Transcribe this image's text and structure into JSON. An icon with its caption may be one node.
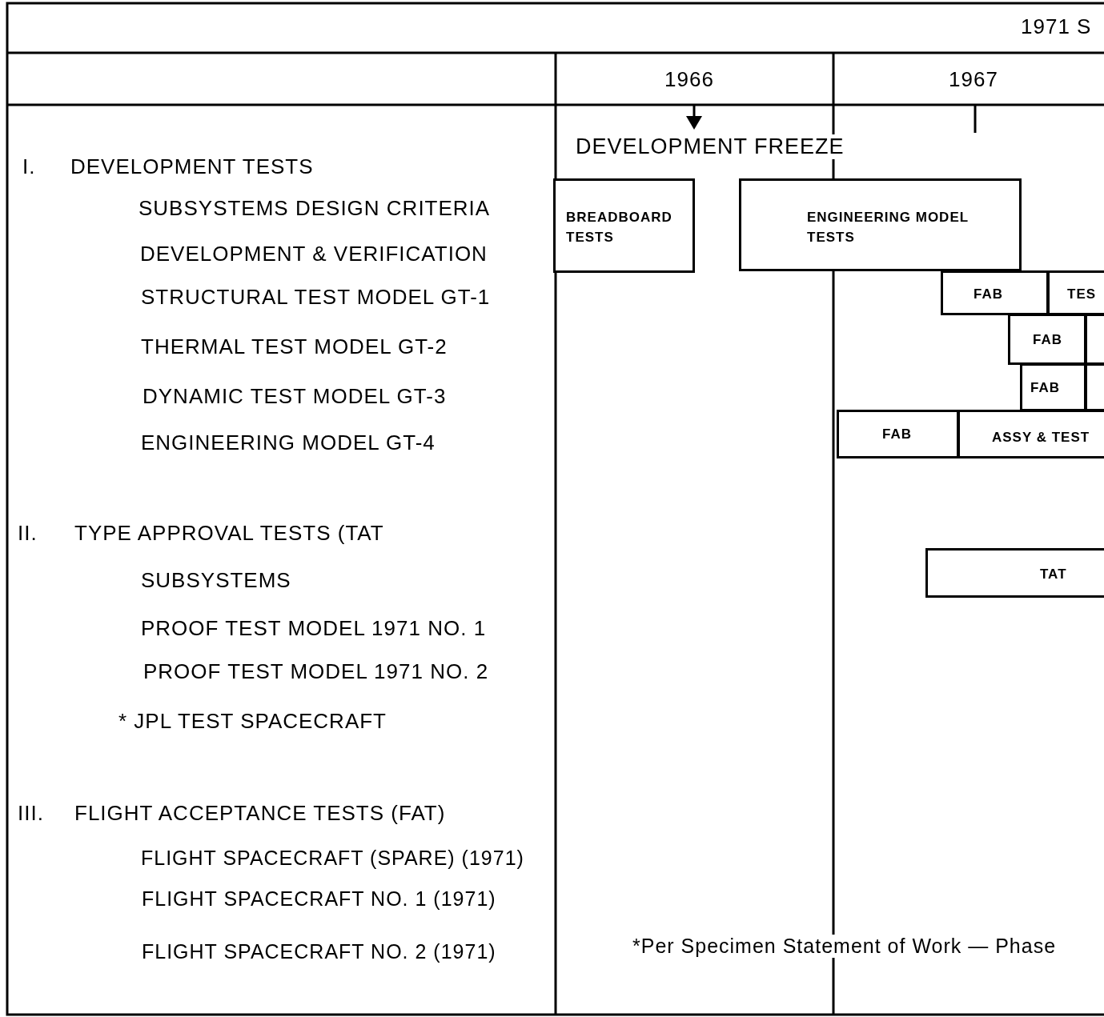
{
  "diagram": {
    "nodes": [
      {
        "text": [
          "BREADBOARD TESTS"
        ]
      },
      {
        "text": [
          "ENGINEERING MODEL TESTS"
        ]
      },
      {
        "text": [
          "FAB"
        ]
      },
      {
        "text": [
          "TES"
        ]
      },
      {
        "text": [
          "FAB"
        ]
      },
      {
        "text": [],
        "shape": "box"
      },
      {
        "text": [
          "FAB"
        ]
      },
      {
        "text": [],
        "shape": "box"
      },
      {
        "text": [
          "FAB"
        ]
      },
      {
        "text": [
          "ASSY & TEST"
        ]
      },
      {
        "text": [
          "TAT"
        ]
      }
    ],
    "labels": [
      "1971 S",
      "1966",
      "1967",
      "DEVELOPMENT FREEZE",
      "I.",
      "DEVELOPMENT TESTS",
      "SUBSYSTEMS DESIGN CRITERIA",
      "DEVELOPMENT & VERIFICATION",
      "STRUCTURAL TEST MODEL GT-1",
      "THERMAL TEST MODEL GT-2",
      "DYNAMIC TEST MODEL GT-3",
      "ENGINEERING MODEL GT-4",
      "II.",
      "TYPE APPROVAL TESTS (TAT",
      "SUBSYSTEMS",
      "PROOF TEST MODEL 1971 NO. 1",
      "PROOF TEST MODEL 1971 NO. 2",
      "* JPL TEST SPACECRAFT",
      "III.",
      "FLIGHT ACCEPTANCE TESTS (FAT)",
      "FLIGHT SPACECRAFT (SPARE) (1971)",
      "FLIGHT SPACECRAFT NO. 1 (1971)",
      "FLIGHT SPACECRAFT NO. 2 (1971)",
      "*Per Specimen Statement of Work — Phase"
    ]
  }
}
